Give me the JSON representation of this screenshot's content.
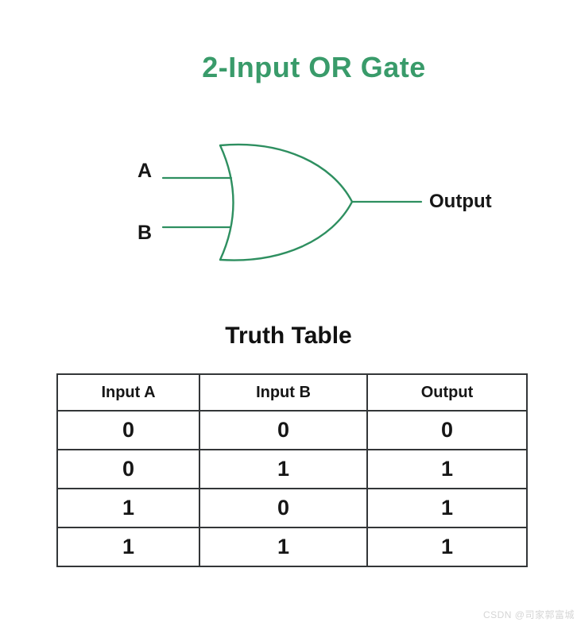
{
  "page": {
    "title": "2-Input OR Gate"
  },
  "colors": {
    "title_green": "#399b6a",
    "gate_stroke_green": "#2e8f60",
    "table_border": "#333638",
    "text_black": "#161616",
    "watermark_gray": "#d5d5d5"
  },
  "gate": {
    "type": "or-gate",
    "input_a_label": "A",
    "input_b_label": "B",
    "output_label": "Output"
  },
  "truth_table": {
    "heading": "Truth Table",
    "headers": [
      "Input A",
      "Input B",
      "Output"
    ],
    "rows": [
      [
        "0",
        "0",
        "0"
      ],
      [
        "0",
        "1",
        "1"
      ],
      [
        "1",
        "0",
        "1"
      ],
      [
        "1",
        "1",
        "1"
      ]
    ]
  },
  "watermark": "CSDN @司家郭富城"
}
